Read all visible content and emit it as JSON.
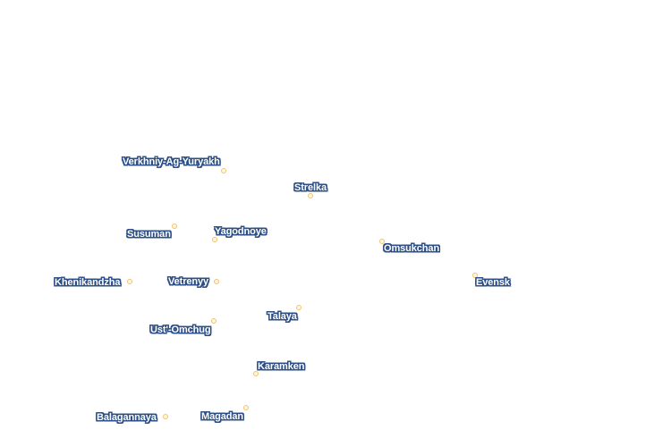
{
  "map": {
    "background_color": "#ffffff",
    "label_color": "#ffffff",
    "label_halo_color": "#2d4f86",
    "marker_stroke_color": "#f2c46b",
    "marker_fill_color": "#fff6e0",
    "places": [
      {
        "name": "Verkhniy-Ag-Yuryakh",
        "marker": [
          250,
          191
        ],
        "label": [
          137,
          175
        ]
      },
      {
        "name": "Strelka",
        "marker": [
          347,
          219
        ],
        "label": [
          329,
          204
        ]
      },
      {
        "name": "Susuman",
        "marker": [
          195,
          253
        ],
        "label": [
          142,
          256
        ]
      },
      {
        "name": "Yagodnoye",
        "marker": [
          240,
          268
        ],
        "label": [
          240,
          253
        ]
      },
      {
        "name": "Omsukchan",
        "marker": [
          427,
          270
        ],
        "label": [
          429,
          272
        ]
      },
      {
        "name": "Evensk",
        "marker": [
          531,
          308
        ],
        "label": [
          532,
          310
        ]
      },
      {
        "name": "Khenikandzha",
        "marker": [
          145,
          315
        ],
        "label": [
          61,
          310
        ]
      },
      {
        "name": "Vetrenyy",
        "marker": [
          242,
          315
        ],
        "label": [
          188,
          309
        ]
      },
      {
        "name": "Talaya",
        "marker": [
          334,
          344
        ],
        "label": [
          299,
          348
        ]
      },
      {
        "name": "Ust'-Omchug",
        "marker": [
          239,
          359
        ],
        "label": [
          168,
          363
        ]
      },
      {
        "name": "Karamken",
        "marker": [
          286,
          418
        ],
        "label": [
          288,
          404
        ]
      },
      {
        "name": "Magadan",
        "marker": [
          275,
          456
        ],
        "label": [
          225,
          460
        ]
      },
      {
        "name": "Balagannaya",
        "marker": [
          185,
          466
        ],
        "label": [
          108,
          461
        ]
      }
    ]
  }
}
